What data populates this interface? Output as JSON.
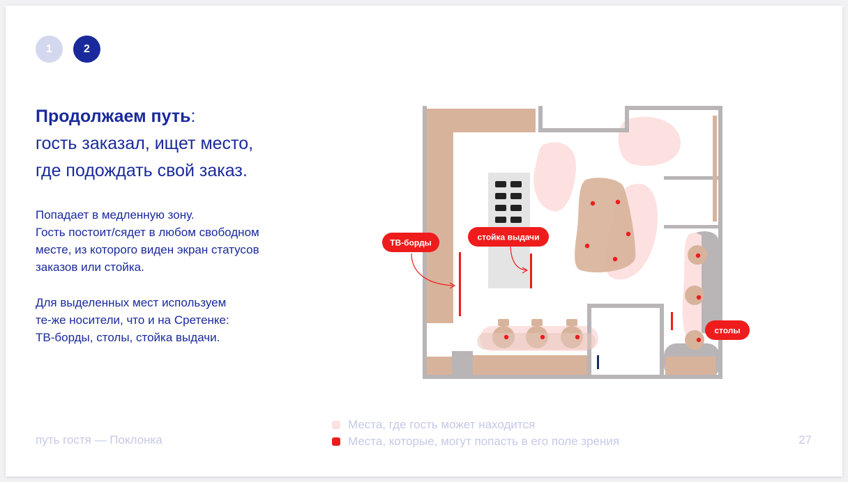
{
  "steps": [
    "1",
    "2"
  ],
  "heading": {
    "bold": "Продолжаем путь",
    "colon": ":",
    "line2": "гость заказал, ищет место,",
    "line3": "где подождать свой заказ."
  },
  "paragraph_1": [
    "Попадает в медленную зону.",
    "Гость постоит/сядет в любом свободном",
    "месте, из которого виден экран статусов",
    "заказов или стойка."
  ],
  "paragraph_2": [
    "Для выделенных мест используем",
    "те-же носители, что и на Сретенке:",
    "ТВ-борды, столы, стойка выдачи."
  ],
  "callouts": {
    "tv_boards": "ТВ-борды",
    "pickup_counter": "стойка выдачи",
    "tables": "столы"
  },
  "legend": {
    "zone": "Места, где гость может находится",
    "view": "Места, которые, могут попасть в его поле зрения"
  },
  "footer": "путь гостя — Поклонка",
  "page_number": "27",
  "colors": {
    "primary": "#1a2a9c",
    "accent": "#ee1c1c",
    "zone": "#fde1e1",
    "furniture": "#d8b39b",
    "wall": "#b9b4b6",
    "muted": "#c5c9e6"
  }
}
